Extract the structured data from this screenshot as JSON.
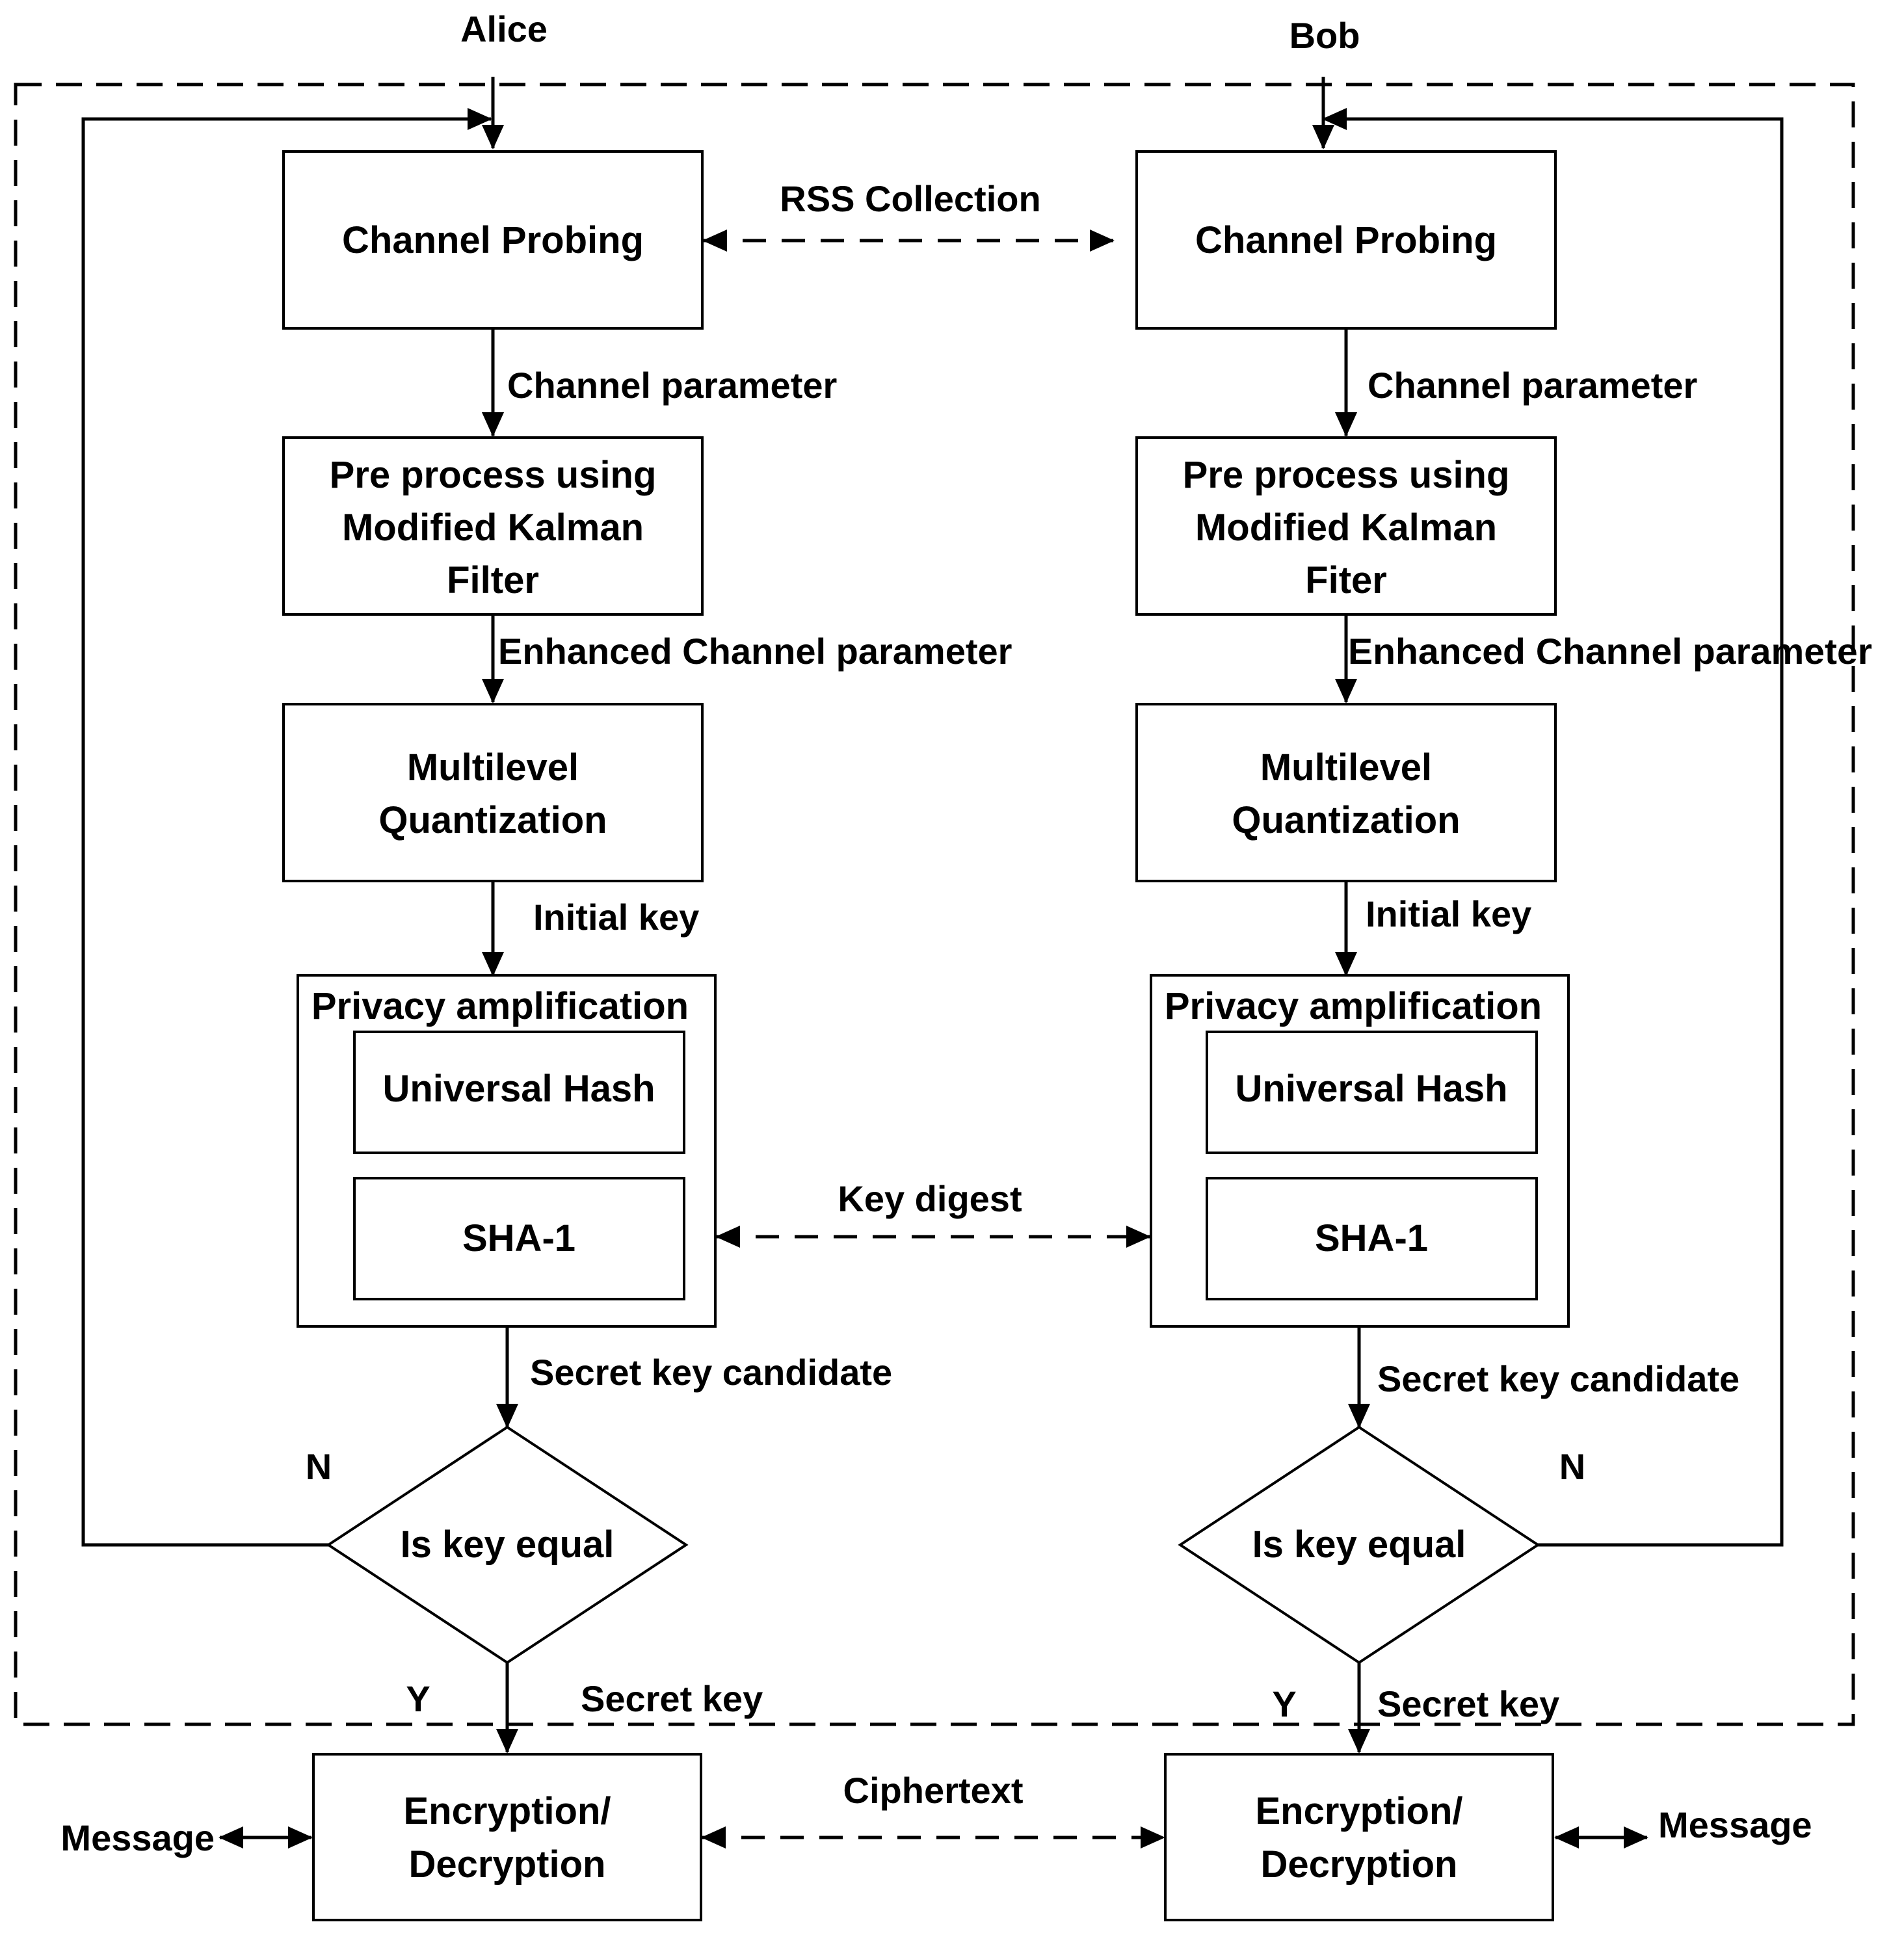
{
  "parties": {
    "alice": "Alice",
    "bob": "Bob"
  },
  "alice": {
    "probing": "Channel Probing",
    "param": "Channel parameter",
    "preprocess": [
      "Pre process using",
      "Modified Kalman",
      "Filter"
    ],
    "enhanced": "Enhanced Channel parameter",
    "quant": [
      "Multilevel",
      "Quantization"
    ],
    "initial": "Initial key",
    "privacy": "Privacy amplification",
    "hash": "Universal Hash",
    "sha": "SHA-1",
    "candidate": "Secret key candidate",
    "decision": "Is key equal",
    "no": "N",
    "yes": "Y",
    "secret": "Secret key",
    "enc": [
      "Encryption/",
      "Decryption"
    ],
    "message": "Message"
  },
  "bob": {
    "probing": "Channel Probing",
    "param": "Channel parameter",
    "preprocess": [
      "Pre process using",
      "Modified Kalman",
      "Fiter"
    ],
    "enhanced": "Enhanced Channel parameter",
    "quant": [
      "Multilevel",
      "Quantization"
    ],
    "initial": "Initial key",
    "privacy": "Privacy amplification",
    "hash": "Universal Hash",
    "sha": "SHA-1",
    "candidate": "Secret key candidate",
    "decision": "Is key equal",
    "no": "N",
    "yes": "Y",
    "secret": "Secret key",
    "enc": [
      "Encryption/",
      "Decryption"
    ],
    "message": "Message"
  },
  "links": {
    "rss": "RSS Collection",
    "digest": "Key digest",
    "cipher": "Ciphertext"
  }
}
